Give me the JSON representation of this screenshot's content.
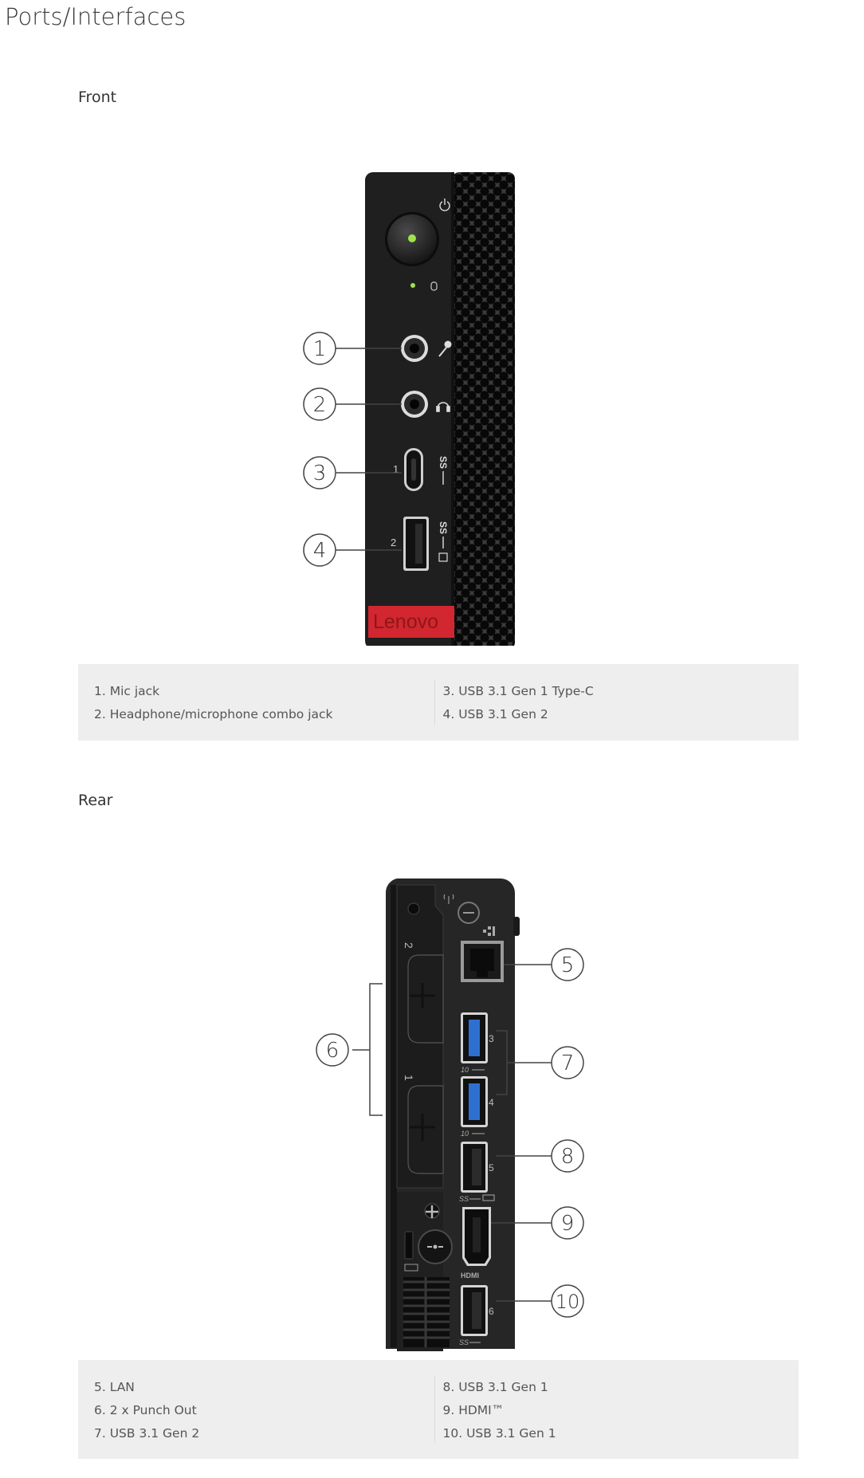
{
  "page_title": "Ports/Interfaces",
  "front": {
    "label": "Front",
    "brand": "Lenovo",
    "port_numbers": [
      "1",
      "2"
    ],
    "callouts": [
      "1",
      "2",
      "3",
      "4"
    ],
    "legend_left": [
      "1. Mic jack",
      "2. Headphone/microphone combo jack"
    ],
    "legend_right": [
      "3. USB 3.1 Gen 1 Type-C",
      "4. USB 3.1 Gen 2"
    ]
  },
  "rear": {
    "label": "Rear",
    "slot_numbers": [
      "2",
      "1"
    ],
    "port_numbers": [
      "3",
      "4",
      "5",
      "6"
    ],
    "port_marks": [
      "10",
      "10",
      "SS",
      "HDMI",
      "SS"
    ],
    "callouts": [
      "5",
      "6",
      "7",
      "8",
      "9",
      "10"
    ],
    "legend_left": [
      "5. LAN",
      "6. 2 x Punch Out",
      "7. USB 3.1 Gen 2"
    ],
    "legend_right": [
      "8. USB 3.1 Gen 1",
      "9. HDMI™",
      "10. USB 3.1 Gen 1"
    ]
  },
  "colors": {
    "chassis": "#1e1e1e",
    "brand_red": "#d22630",
    "usb_blue": "#2f6fd0",
    "legend_bg": "#eeeeee"
  }
}
